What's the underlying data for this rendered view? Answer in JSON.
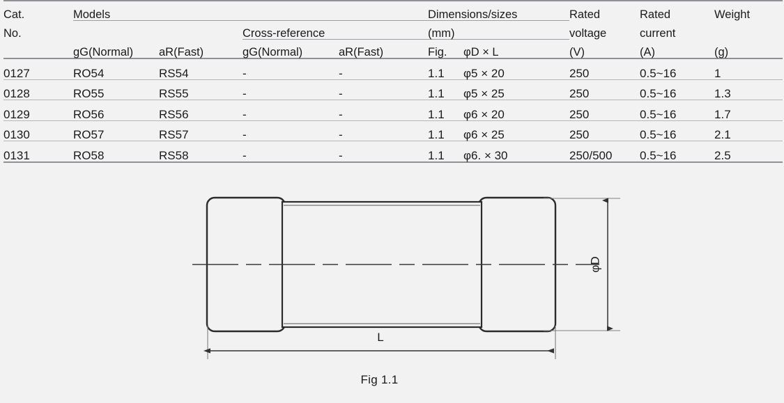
{
  "table": {
    "header": {
      "cat_no": "Cat.\nNo.",
      "cat_line1": "Cat.",
      "cat_line2": "No.",
      "models": "Models",
      "cross_reference": "Cross-reference",
      "dimensions_line1": "Dimensions/sizes",
      "dimensions_line2": "(mm)",
      "rated_voltage_line1": "Rated",
      "rated_voltage_line2": "voltage",
      "rated_current_line1": "Rated",
      "rated_current_line2": "current",
      "weight": "Weight",
      "sub": {
        "models_gg": "gG(Normal)",
        "models_ar": "aR(Fast)",
        "cross_gg": "gG(Normal)",
        "cross_ar": "aR(Fast)",
        "fig": "Fig.",
        "dia_len": "φD × L",
        "voltage_unit": "(V)",
        "current_unit": "(A)",
        "weight_unit": "(g)"
      }
    },
    "columns": [
      "Cat. No.",
      "gG(Normal)",
      "aR(Fast)",
      "gG(Normal)",
      "aR(Fast)",
      "Fig.",
      "φD × L",
      "Rated voltage (V)",
      "Rated current (A)",
      "Weight (g)"
    ],
    "rows": [
      {
        "cat_no": "0127",
        "models_gg": "RO54",
        "models_ar": "RS54",
        "cross_gg": "-",
        "cross_ar": "-",
        "fig": "1.1",
        "dia_len": "φ5 × 20",
        "rated_voltage": "250",
        "rated_current": "0.5~16",
        "weight": "1"
      },
      {
        "cat_no": "0128",
        "models_gg": "RO55",
        "models_ar": "RS55",
        "cross_gg": "-",
        "cross_ar": "-",
        "fig": "1.1",
        "dia_len": "φ5 × 25",
        "rated_voltage": "250",
        "rated_current": "0.5~16",
        "weight": "1.3"
      },
      {
        "cat_no": "0129",
        "models_gg": "RO56",
        "models_ar": "RS56",
        "cross_gg": "-",
        "cross_ar": "-",
        "fig": "1.1",
        "dia_len": "φ6 × 20",
        "rated_voltage": "250",
        "rated_current": "0.5~16",
        "weight": "1.7"
      },
      {
        "cat_no": "0130",
        "models_gg": "RO57",
        "models_ar": "RS57",
        "cross_gg": "-",
        "cross_ar": "-",
        "fig": "1.1",
        "dia_len": "φ6 × 25",
        "rated_voltage": "250",
        "rated_current": "0.5~16",
        "weight": "2.1"
      },
      {
        "cat_no": "0131",
        "models_gg": "RO58",
        "models_ar": "RS58",
        "cross_gg": "-",
        "cross_ar": "-",
        "fig": "1.1",
        "dia_len": "φ6. × 30",
        "rated_voltage": "250/500",
        "rated_current": "0.5~16",
        "weight": "2.5"
      }
    ]
  },
  "figure": {
    "caption": "Fig 1.1",
    "dimension_length_label": "L",
    "dimension_diameter_label": "φD"
  },
  "colors": {
    "page_background": "#f2f2f2",
    "text": "#1a1a1a",
    "rule_major": "#8e9195",
    "rule_minor": "#b4b7ba",
    "drawing_line": "#2b2b2b",
    "dimension_line": "#555555"
  }
}
